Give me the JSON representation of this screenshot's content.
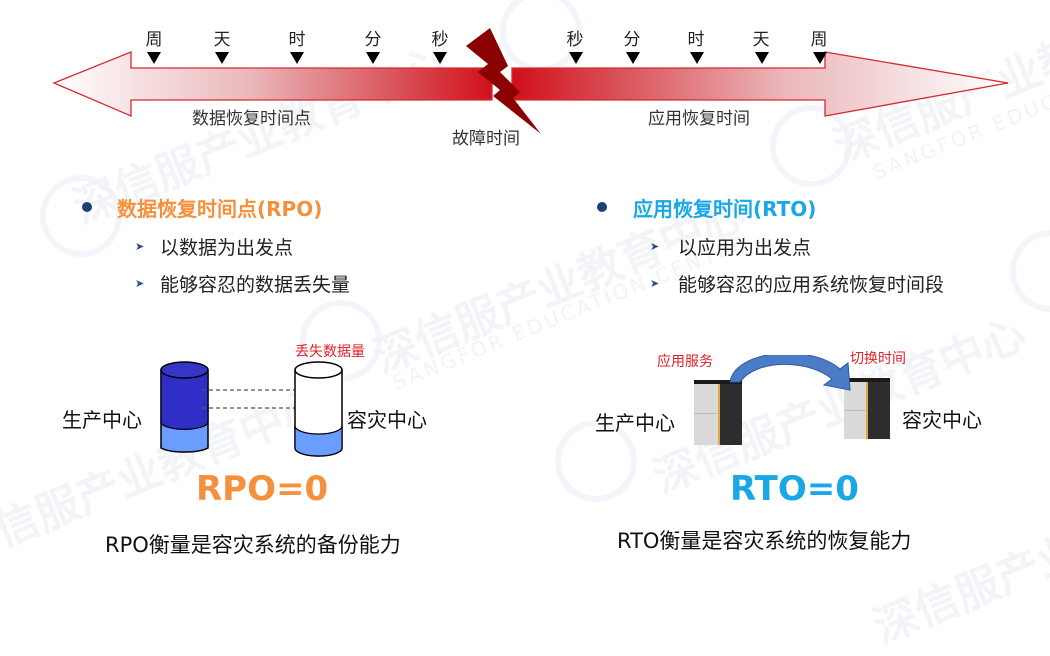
{
  "timeline": {
    "left_ticks": [
      "周",
      "天",
      "时",
      "分",
      "秒"
    ],
    "right_ticks": [
      "秒",
      "分",
      "时",
      "天",
      "周"
    ],
    "left_label": "数据恢复时间点",
    "right_label": "应用恢复时间",
    "fault_label": "故障时间",
    "arrow_color": "#d0101a",
    "bolt_color": "#8b0000"
  },
  "rpo": {
    "title": "数据恢复时间点(RPO)",
    "title_color": "#f5903d",
    "points": [
      "以数据为出发点",
      "能够容忍的数据丢失量"
    ],
    "diagram": {
      "loss_label": "丢失数据量",
      "production_label": "生产中心",
      "dr_label": "容灾中心"
    },
    "equation": "RPO=0",
    "caption": "RPO衡量是容灾系统的备份能力"
  },
  "rto": {
    "title": "应用恢复时间(RTO)",
    "title_color": "#1aa7e6",
    "points": [
      "以应用为出发点",
      "能够容忍的应用系统恢复时间段"
    ],
    "diagram": {
      "service_label": "应用服务",
      "switch_label": "切换时间",
      "production_label": "生产中心",
      "dr_label": "容灾中心"
    },
    "equation": "RTO=0",
    "caption": "RTO衡量是容灾系统的恢复能力"
  },
  "watermark": {
    "cn": "深信服产业教育中心",
    "en": "SANGFOR EDUCATION CENTER"
  }
}
